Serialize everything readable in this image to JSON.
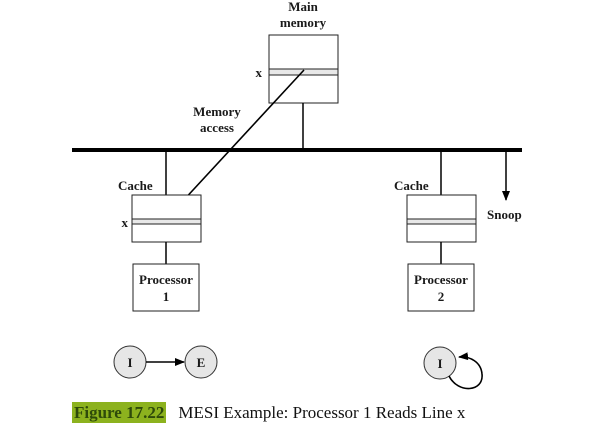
{
  "diagram": {
    "main_memory": {
      "label_line1": "Main",
      "label_line2": "memory",
      "line_label": "x"
    },
    "memory_access": {
      "label_line1": "Memory",
      "label_line2": "access"
    },
    "cache1": {
      "label": "Cache",
      "line_label": "x"
    },
    "cache2": {
      "label": "Cache"
    },
    "processor1": {
      "label_line1": "Processor",
      "label_line2": "1"
    },
    "processor2": {
      "label_line1": "Processor",
      "label_line2": "2"
    },
    "snoop": {
      "label": "Snoop"
    },
    "state1": {
      "from": "I",
      "to": "E"
    },
    "state2": {
      "state": "I"
    },
    "colors": {
      "state_fill": "#e6e6e6",
      "caption_highlight": "#8cb21e"
    }
  },
  "caption": {
    "figure_label": "Figure 17.22",
    "title": "MESI Example: Processor 1 Reads Line x"
  }
}
